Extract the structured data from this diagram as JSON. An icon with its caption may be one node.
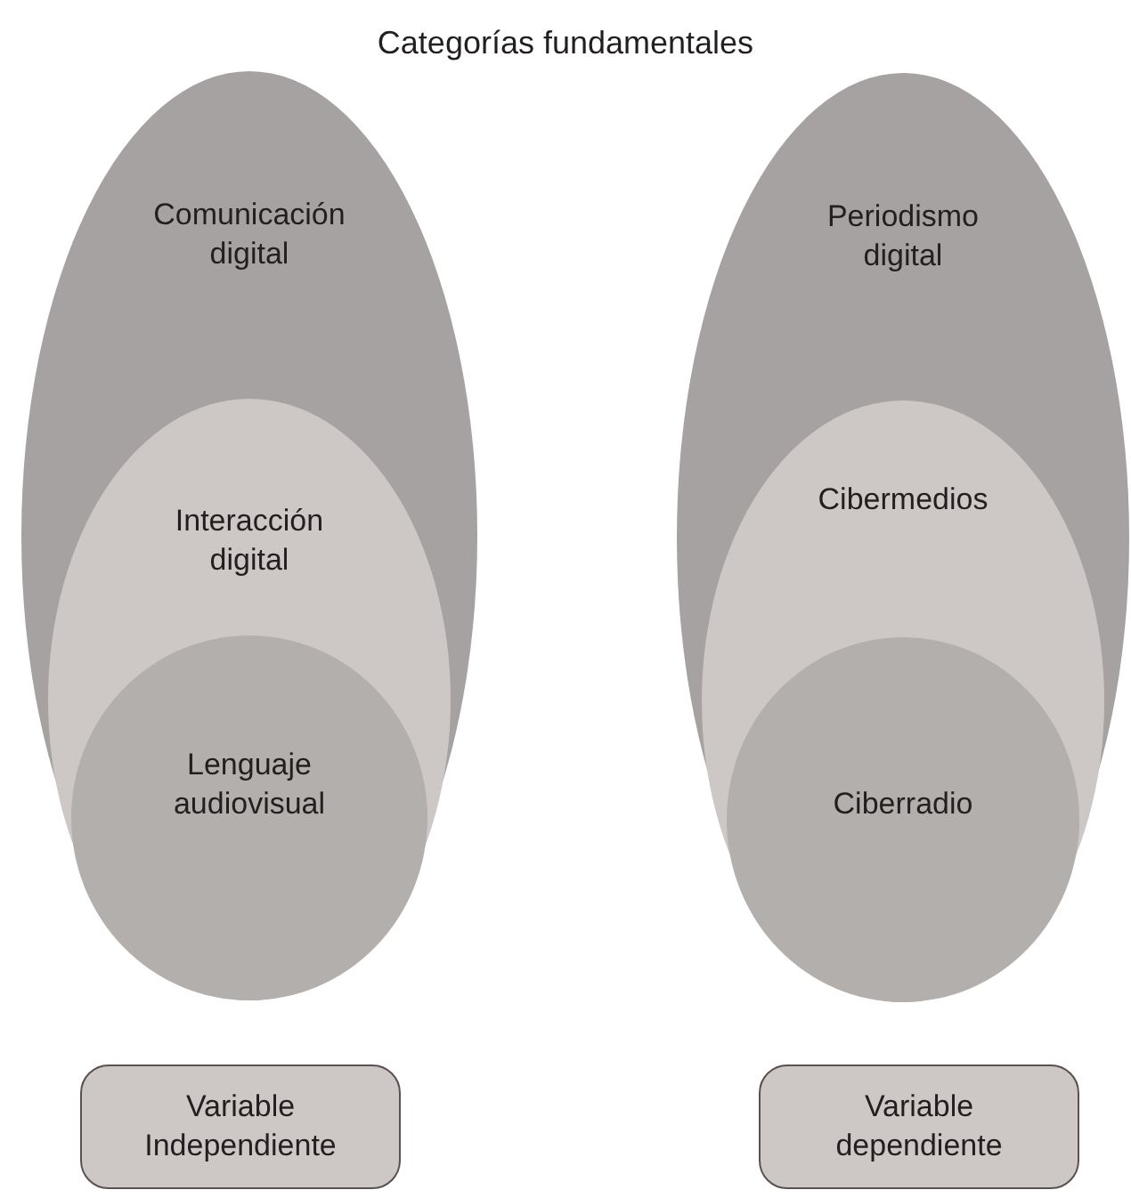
{
  "diagram": {
    "title": "Categorías fundamentales",
    "nodes": [
      {
        "text": [
          "Comunicación digital"
        ]
      },
      {
        "text": [
          "Interacción digital"
        ],
        "in": 0
      },
      {
        "text": [
          "Lenguaje audiovisual"
        ],
        "in": 1
      },
      {
        "text": [
          "Periodismo digital"
        ]
      },
      {
        "text": [
          "Cibermedios"
        ],
        "in": 3
      },
      {
        "text": [
          "Ciberradio"
        ],
        "in": 4
      },
      {
        "text": [
          "Variable Independiente"
        ]
      },
      {
        "text": [
          "Variable dependiente"
        ]
      }
    ],
    "edges": []
  }
}
